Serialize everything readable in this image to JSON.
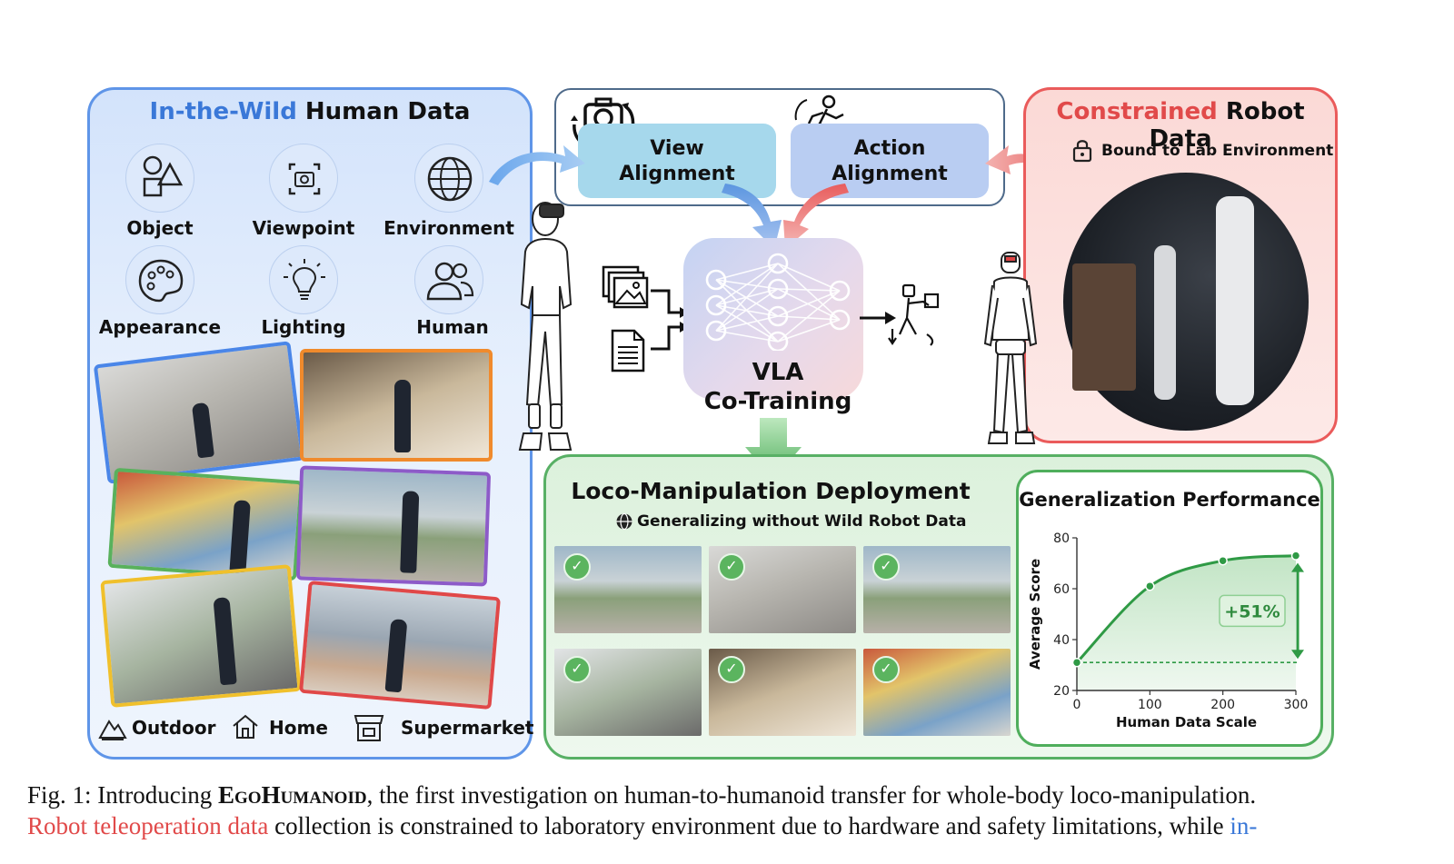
{
  "left_panel": {
    "title_highlight": "In-the-Wild",
    "title_rest": "Human Data",
    "attributes": [
      {
        "label": "Object",
        "icon": "shapes-icon"
      },
      {
        "label": "Viewpoint",
        "icon": "camera-viewfinder-icon"
      },
      {
        "label": "Environment",
        "icon": "globe-icon"
      },
      {
        "label": "Appearance",
        "icon": "palette-icon"
      },
      {
        "label": "Lighting",
        "icon": "lightbulb-icon"
      },
      {
        "label": "Human",
        "icon": "people-icon"
      }
    ],
    "locations": [
      {
        "label": "Outdoor",
        "icon": "mountain-icon"
      },
      {
        "label": "Home",
        "icon": "house-icon"
      },
      {
        "label": "Supermarket",
        "icon": "store-icon"
      }
    ]
  },
  "alignment": {
    "view_line1": "View",
    "view_line2": "Alignment",
    "action_line1": "Action",
    "action_line2": "Alignment"
  },
  "right_panel": {
    "title_highlight": "Constrained",
    "title_rest": "Robot Data",
    "subtitle": "Bound to Lab Environment"
  },
  "vla": {
    "line1": "VLA",
    "line2": "Co-Training"
  },
  "deployment": {
    "title": "Loco-Manipulation Deployment",
    "subtitle": "Generalizing without Wild Robot Data"
  },
  "generalization": {
    "title": "Generalization Performance",
    "gain_label": "+51%"
  },
  "chart_data": {
    "type": "area",
    "title": "Generalization Performance",
    "xlabel": "Human Data Scale",
    "ylabel": "Average Score",
    "x_ticks": [
      "0",
      "100",
      "200",
      "300"
    ],
    "y_ticks": [
      "20",
      "40",
      "60",
      "80"
    ],
    "xlim": [
      0,
      300
    ],
    "ylim": [
      20,
      80
    ],
    "x": [
      0,
      100,
      200,
      300
    ],
    "values": [
      31,
      61,
      71,
      73
    ],
    "baseline": 31,
    "annotation": "+51%",
    "colors": {
      "fill": "#bfe3c2",
      "line": "#2f9a45"
    }
  },
  "caption": {
    "label": "Fig. 1:  Introducing ",
    "name": "EgoHumanoid",
    "line1_rest": ", the first investigation on human-to-humanoid transfer for whole-body loco-manipulation.",
    "line2_red": "Robot teleoperation data",
    "line2_mid": " collection is constrained to laboratory environment due to hardware and safety limitations, while ",
    "line2_blue": "in-"
  },
  "colors": {
    "blue_accent": "#3a78d8",
    "red_accent": "#e14a4a",
    "green_accent": "#4fae5c"
  }
}
